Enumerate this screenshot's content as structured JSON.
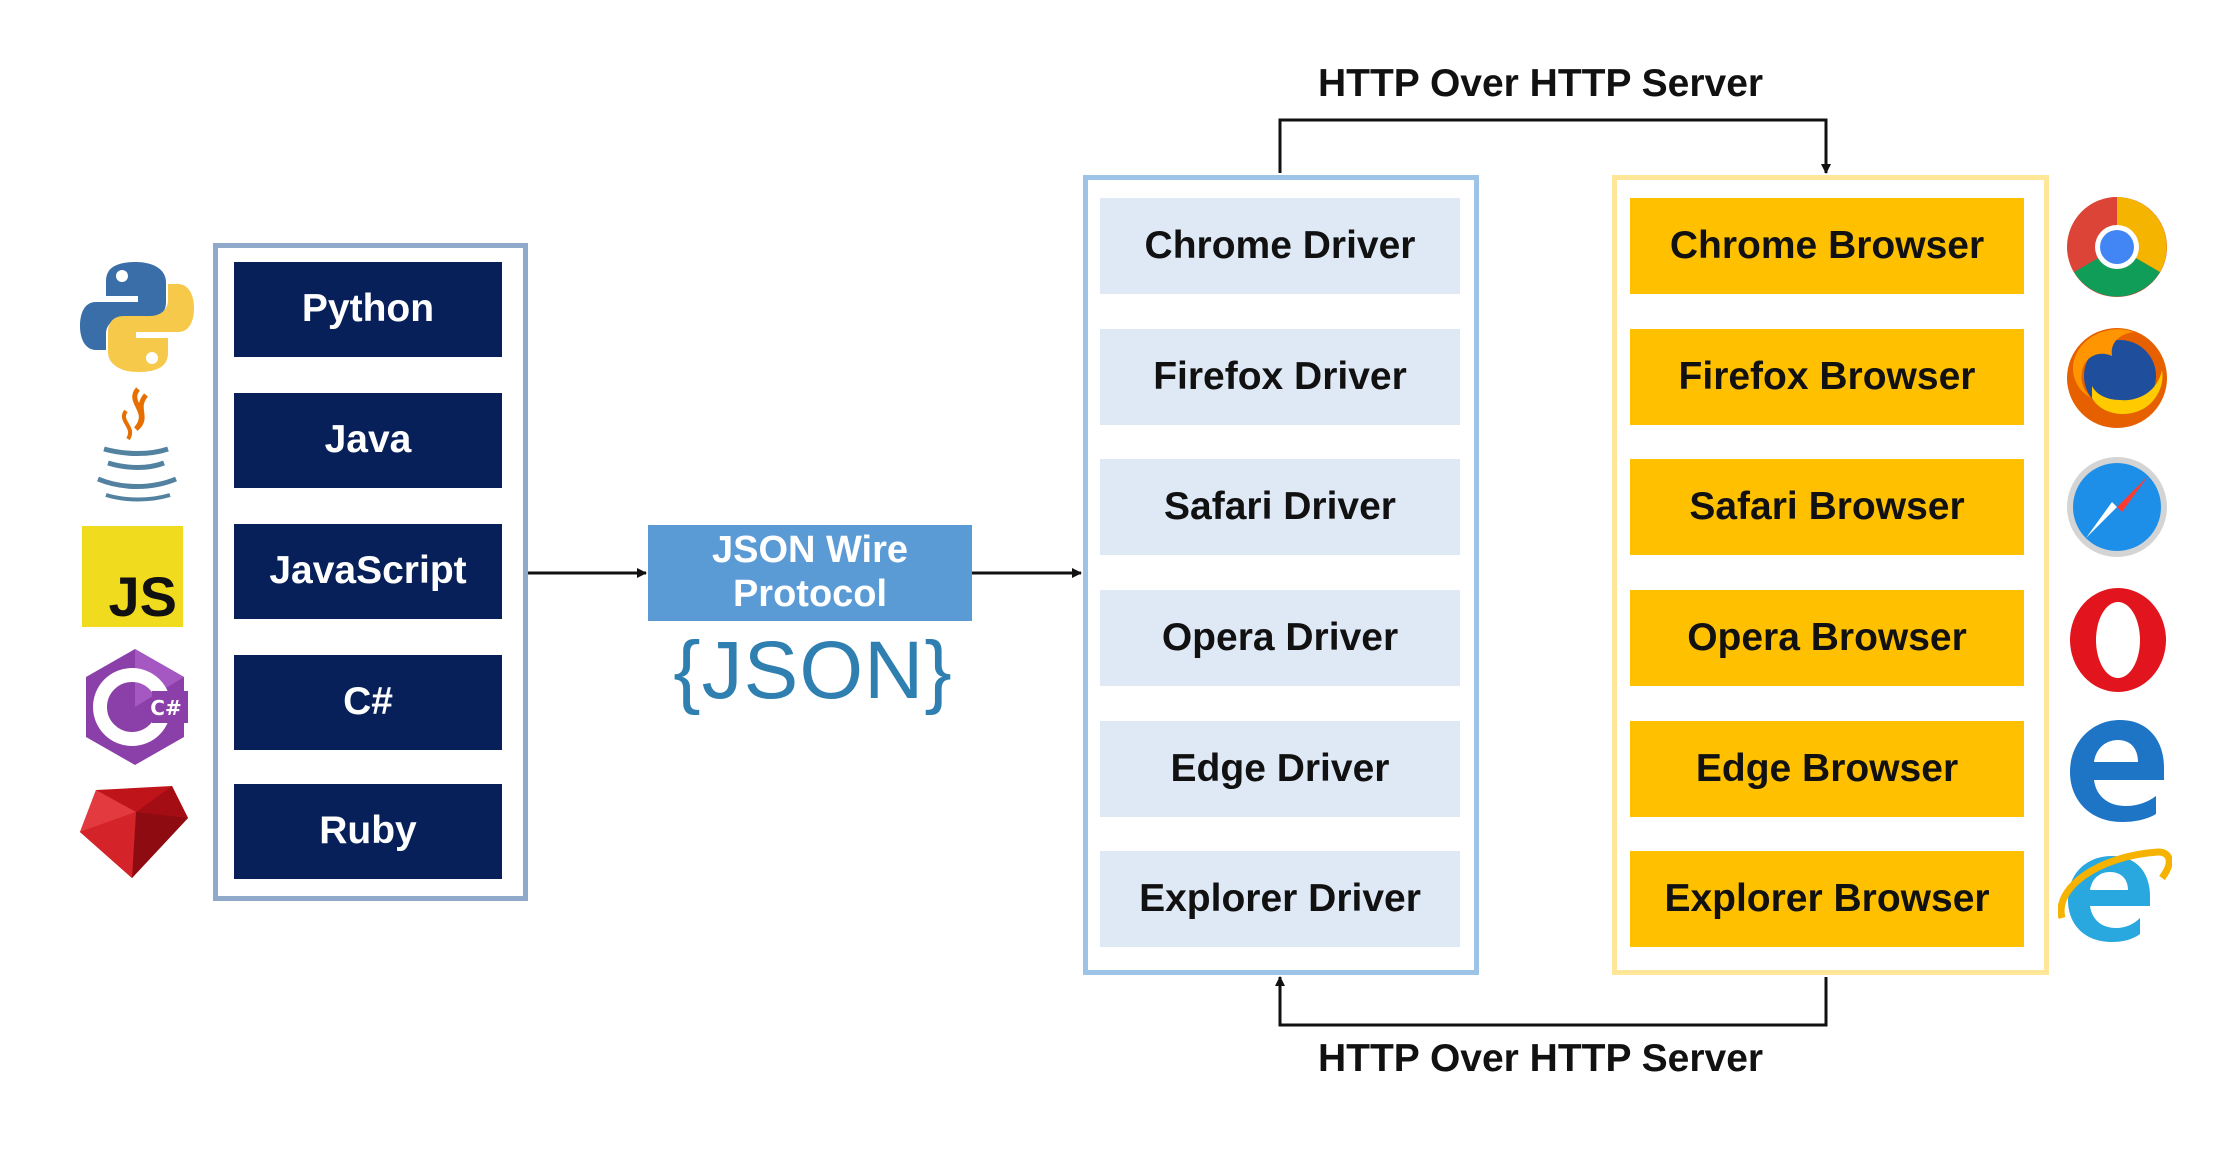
{
  "languages": [
    "Python",
    "Java",
    "JavaScript",
    "C#",
    "Ruby"
  ],
  "wire_protocol": {
    "line1": "JSON Wire",
    "line2": "Protocol",
    "logo_text": "{JSON}"
  },
  "drivers": [
    "Chrome Driver",
    "Firefox Driver",
    "Safari Driver",
    "Opera Driver",
    "Edge Driver",
    "Explorer Driver"
  ],
  "browsers": [
    "Chrome Browser",
    "Firefox Browser",
    "Safari Browser",
    "Opera Browser",
    "Edge Browser",
    "Explorer Browser"
  ],
  "top_caption": "HTTP Over HTTP Server",
  "bottom_caption": "HTTP Over HTTP Server",
  "icons": {
    "languages": [
      "python-logo-icon",
      "java-logo-icon",
      "javascript-logo-icon",
      "csharp-logo-icon",
      "ruby-logo-icon"
    ],
    "browsers": [
      "chrome-logo-icon",
      "firefox-logo-icon",
      "safari-logo-icon",
      "opera-logo-icon",
      "edge-logo-icon",
      "internet-explorer-logo-icon"
    ],
    "javascript_badge_text": "JS",
    "csharp_badge_text": "C#"
  },
  "colors": {
    "language_box": "#08205a",
    "driver_box": "#dfe9f5",
    "browser_box": "#ffc000",
    "wire_box": "#5b9bd5",
    "driver_frame": "#9dc3e6",
    "browser_frame": "#ffe699",
    "language_frame": "#8ea9c9"
  }
}
